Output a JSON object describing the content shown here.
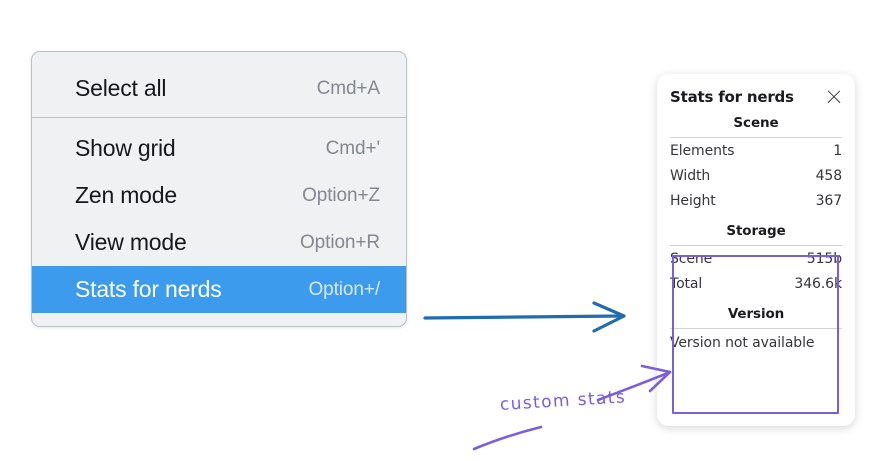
{
  "context_menu": {
    "groups": [
      {
        "items": [
          {
            "label": "Select all",
            "shortcut": "Cmd+A",
            "selected": false
          }
        ]
      },
      {
        "items": [
          {
            "label": "Show grid",
            "shortcut": "Cmd+'",
            "selected": false
          },
          {
            "label": "Zen mode",
            "shortcut": "Option+Z",
            "selected": false
          },
          {
            "label": "View mode",
            "shortcut": "Option+R",
            "selected": false
          },
          {
            "label": "Stats for nerds",
            "shortcut": "Option+/",
            "selected": true
          }
        ]
      }
    ],
    "selected_background": "#3d9bed"
  },
  "stats_panel": {
    "title": "Stats for nerds",
    "close_icon": "close-icon",
    "sections": [
      {
        "heading": "Scene",
        "rows": [
          {
            "key": "Elements",
            "value": "1"
          },
          {
            "key": "Width",
            "value": "458"
          },
          {
            "key": "Height",
            "value": "367"
          }
        ]
      },
      {
        "heading": "Storage",
        "rows": [
          {
            "key": "Scene",
            "value": "515b"
          },
          {
            "key": "Total",
            "value": "346.6k"
          }
        ]
      },
      {
        "heading": "Version",
        "note": "Version not available"
      }
    ]
  },
  "annotations": {
    "handwritten_label": "custom stats",
    "blue_arrow_color": "#1f6cb0",
    "purple_color": "#7b5ede"
  }
}
